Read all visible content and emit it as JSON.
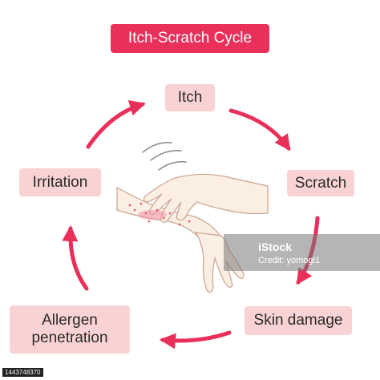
{
  "title": "Itch-Scratch Cycle",
  "steps": {
    "itch": "Itch",
    "scratch": "Scratch",
    "skin_damage": "Skin damage",
    "allergen_line1": "Allergen",
    "allergen_line2": "penetration",
    "irritation": "Irritation"
  },
  "watermark": {
    "brand": "iStock",
    "credit": "Credit: yomogi1",
    "id": "1443748370"
  },
  "colors": {
    "title_bg": "#e8305a",
    "step_bg": "#f9d3d3",
    "arrow": "#e8305a",
    "skin": "#fbeee2",
    "skin_outline": "#c9a48e",
    "irritation_red": "#e8506e"
  }
}
